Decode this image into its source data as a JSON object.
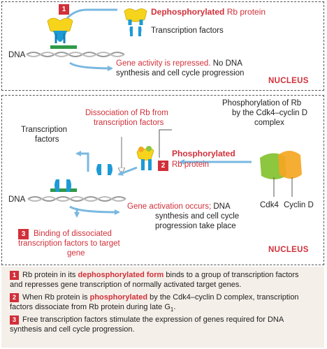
{
  "panel1": {
    "badge": "1",
    "dephos_word": "Dephosphorylated",
    "rb_protein_suffix": " Rb protein",
    "transcription_factors": "Transcription factors",
    "dna": "DNA",
    "repressed_red": "Gene activity is repressed.",
    "repressed_rest_1": " No DNA",
    "repressed_rest_2": "synthesis and cell cycle progression",
    "nucleus": "NUCLEUS"
  },
  "panel2": {
    "dissociation_1": "Dissociation of Rb from",
    "dissociation_2": "transcription factors",
    "phos_desc_1": "Phosphorylation of Rb",
    "phos_desc_2": "by the Cdk4–cyclin D",
    "phos_desc_3": "complex",
    "tf_1": "Transcription",
    "tf_2": "factors",
    "phos_1": "Phosphorylated",
    "phos_2": "Rb protein",
    "badge2": "2",
    "dna": "DNA",
    "activation_red": "Gene activation occurs;",
    "activation_rest_1": " DNA",
    "activation_rest_2": "synthesis and cell cycle",
    "activation_rest_3": "progression take place",
    "badge3": "3",
    "binding_1": "Binding of dissociated",
    "binding_2": "transcription factors to target",
    "binding_3": "gene",
    "cdk4": "Cdk4",
    "cyclin_d": "Cyclin D",
    "nucleus": "NUCLEUS"
  },
  "legend": {
    "item1": {
      "badge": "1",
      "a": "Rb protein in its ",
      "b": "dephosphorylated form",
      "c": " binds to a group of transcription factors",
      "d": "and represses gene transcription of normally activated target genes."
    },
    "item2": {
      "badge": "2",
      "a": "When Rb protein is ",
      "b": "phosphorylated",
      "c": " by the Cdk4–cyclin D complex, transcription",
      "d": "factors dissociate from Rb protein during late G",
      "sub": "1",
      "e": "."
    },
    "item3": {
      "badge": "3",
      "a": "Free transcription factors stimulate the expression of genes required for DNA",
      "b": "synthesis and cell cycle progression."
    }
  },
  "colors": {
    "accent_red": "#d1303a",
    "rb_yellow": "#f7d41c",
    "tf_blue": "#1e9ad6",
    "gene_green": "#2f9a48",
    "arrow_blue": "#79b8e0",
    "cdk4_green": "#8dc63f",
    "cyclin_orange": "#f5a623"
  }
}
